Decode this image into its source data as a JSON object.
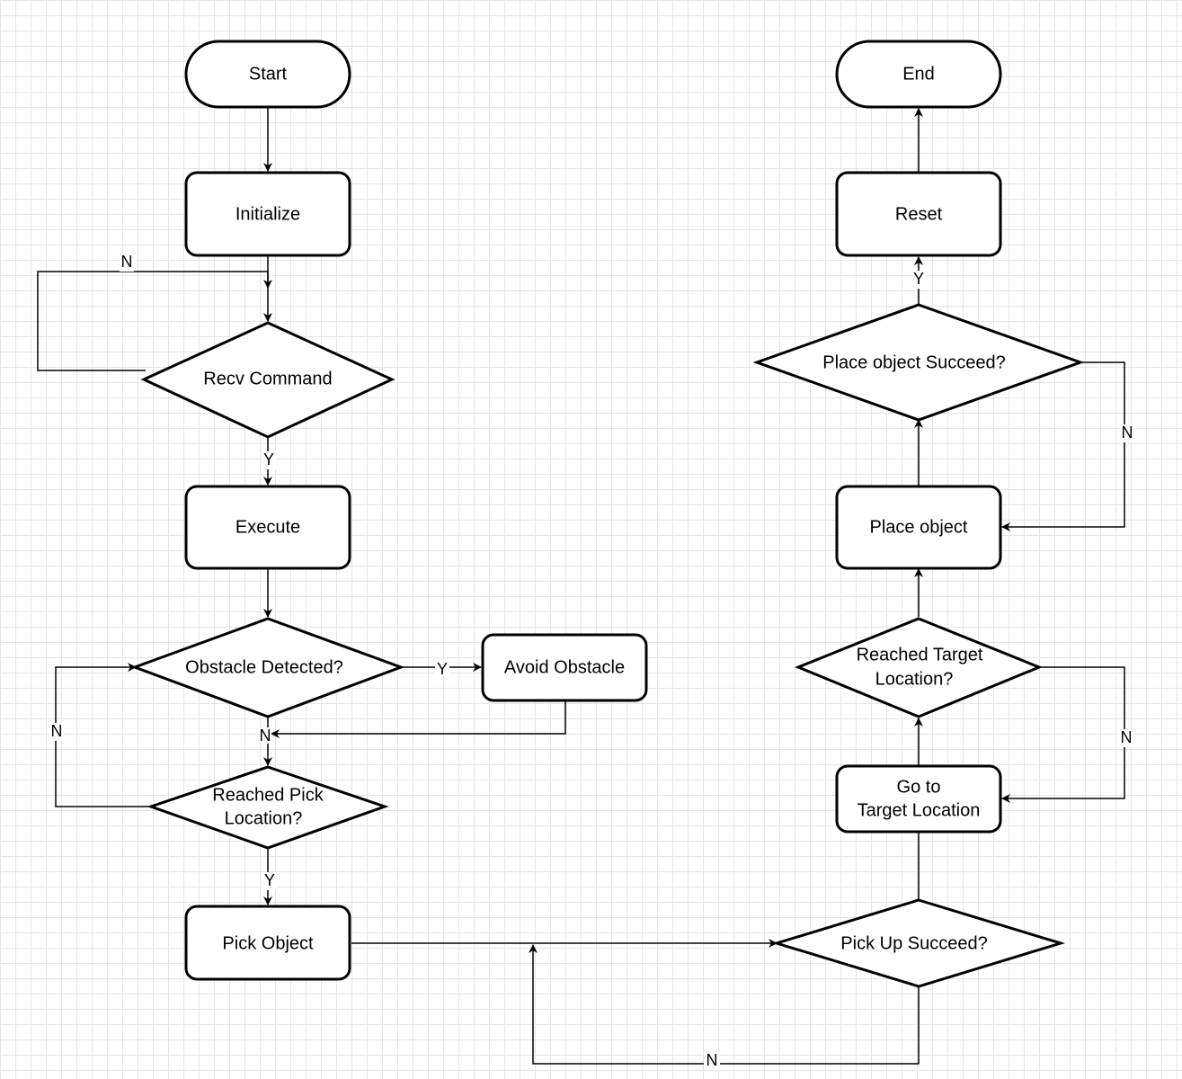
{
  "nodes": {
    "start": "Start",
    "initialize": "Initialize",
    "recv_command": "Recv Command",
    "execute": "Execute",
    "obstacle_detected": "Obstacle Detected?",
    "avoid_obstacle": "Avoid Obstacle",
    "reached_pick_1": "Reached Pick",
    "reached_pick_2": "Location?",
    "pick_object": "Pick Object",
    "pick_up_succeed": "Pick Up Succeed?",
    "go_to_target_1": "Go to",
    "go_to_target_2": "Target Location",
    "reached_target_1": "Reached Target",
    "reached_target_2": "Location?",
    "place_object": "Place object",
    "place_succeed": "Place object Succeed?",
    "reset": "Reset",
    "end": "End"
  },
  "edge_labels": {
    "recv_no": "N",
    "recv_yes": "Y",
    "obstacle_yes": "Y",
    "obstacle_no": "N",
    "reached_pick_no": "N",
    "reached_pick_yes": "Y",
    "pick_up_no": "N",
    "reached_target_no": "N",
    "place_no": "N",
    "place_yes": "Y"
  }
}
